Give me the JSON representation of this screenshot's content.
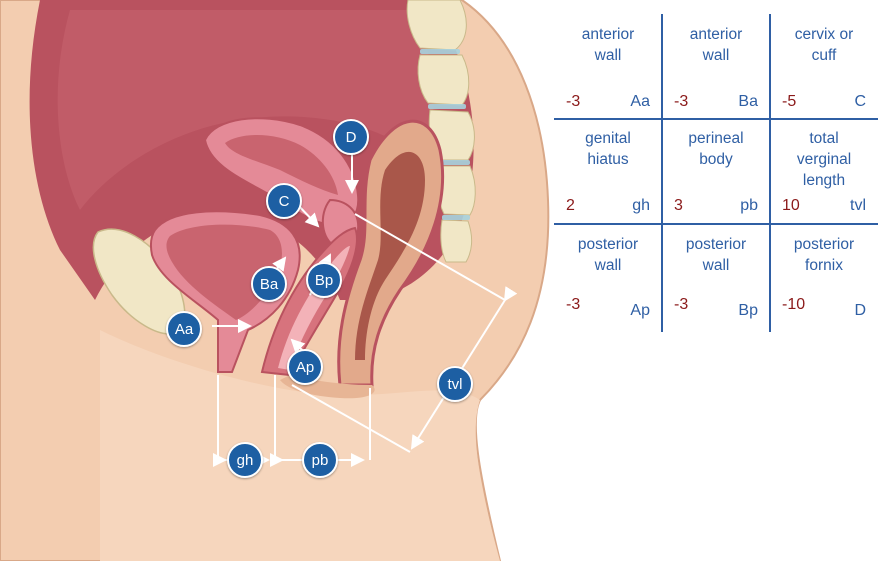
{
  "diagram": {
    "markers": {
      "Aa": "Aa",
      "Ba": "Ba",
      "C": "C",
      "D": "D",
      "Bp": "Bp",
      "Ap": "Ap",
      "gh": "gh",
      "pb": "pb",
      "tvl": "tvl"
    },
    "grid": [
      {
        "label": "anterior\nwall",
        "value": "-3",
        "code": "Aa"
      },
      {
        "label": "anterior\nwall",
        "value": "-3",
        "code": "Ba"
      },
      {
        "label": "cervix or\ncuff",
        "value": "-5",
        "code": "C"
      },
      {
        "label": "genital\nhiatus",
        "value": "2",
        "code": "gh"
      },
      {
        "label": "perineal\nbody",
        "value": "3",
        "code": "pb"
      },
      {
        "label": "total\nverginal\nlength",
        "value": "10",
        "code": "tvl"
      },
      {
        "label": "posterior\nwall",
        "value": "-3",
        "code": "Ap"
      },
      {
        "label": "posterior\nwall",
        "value": "-3",
        "code": "Bp"
      },
      {
        "label": "posterior\nfornix",
        "value": "-10",
        "code": "D"
      }
    ],
    "colors": {
      "marker": "#1d5fa3",
      "grid_text": "#2f5fa4",
      "value_text": "#8b1a1a",
      "skin": "#f3cdb0",
      "cavity": "#b9525f",
      "uterus": "#e48a97"
    }
  }
}
